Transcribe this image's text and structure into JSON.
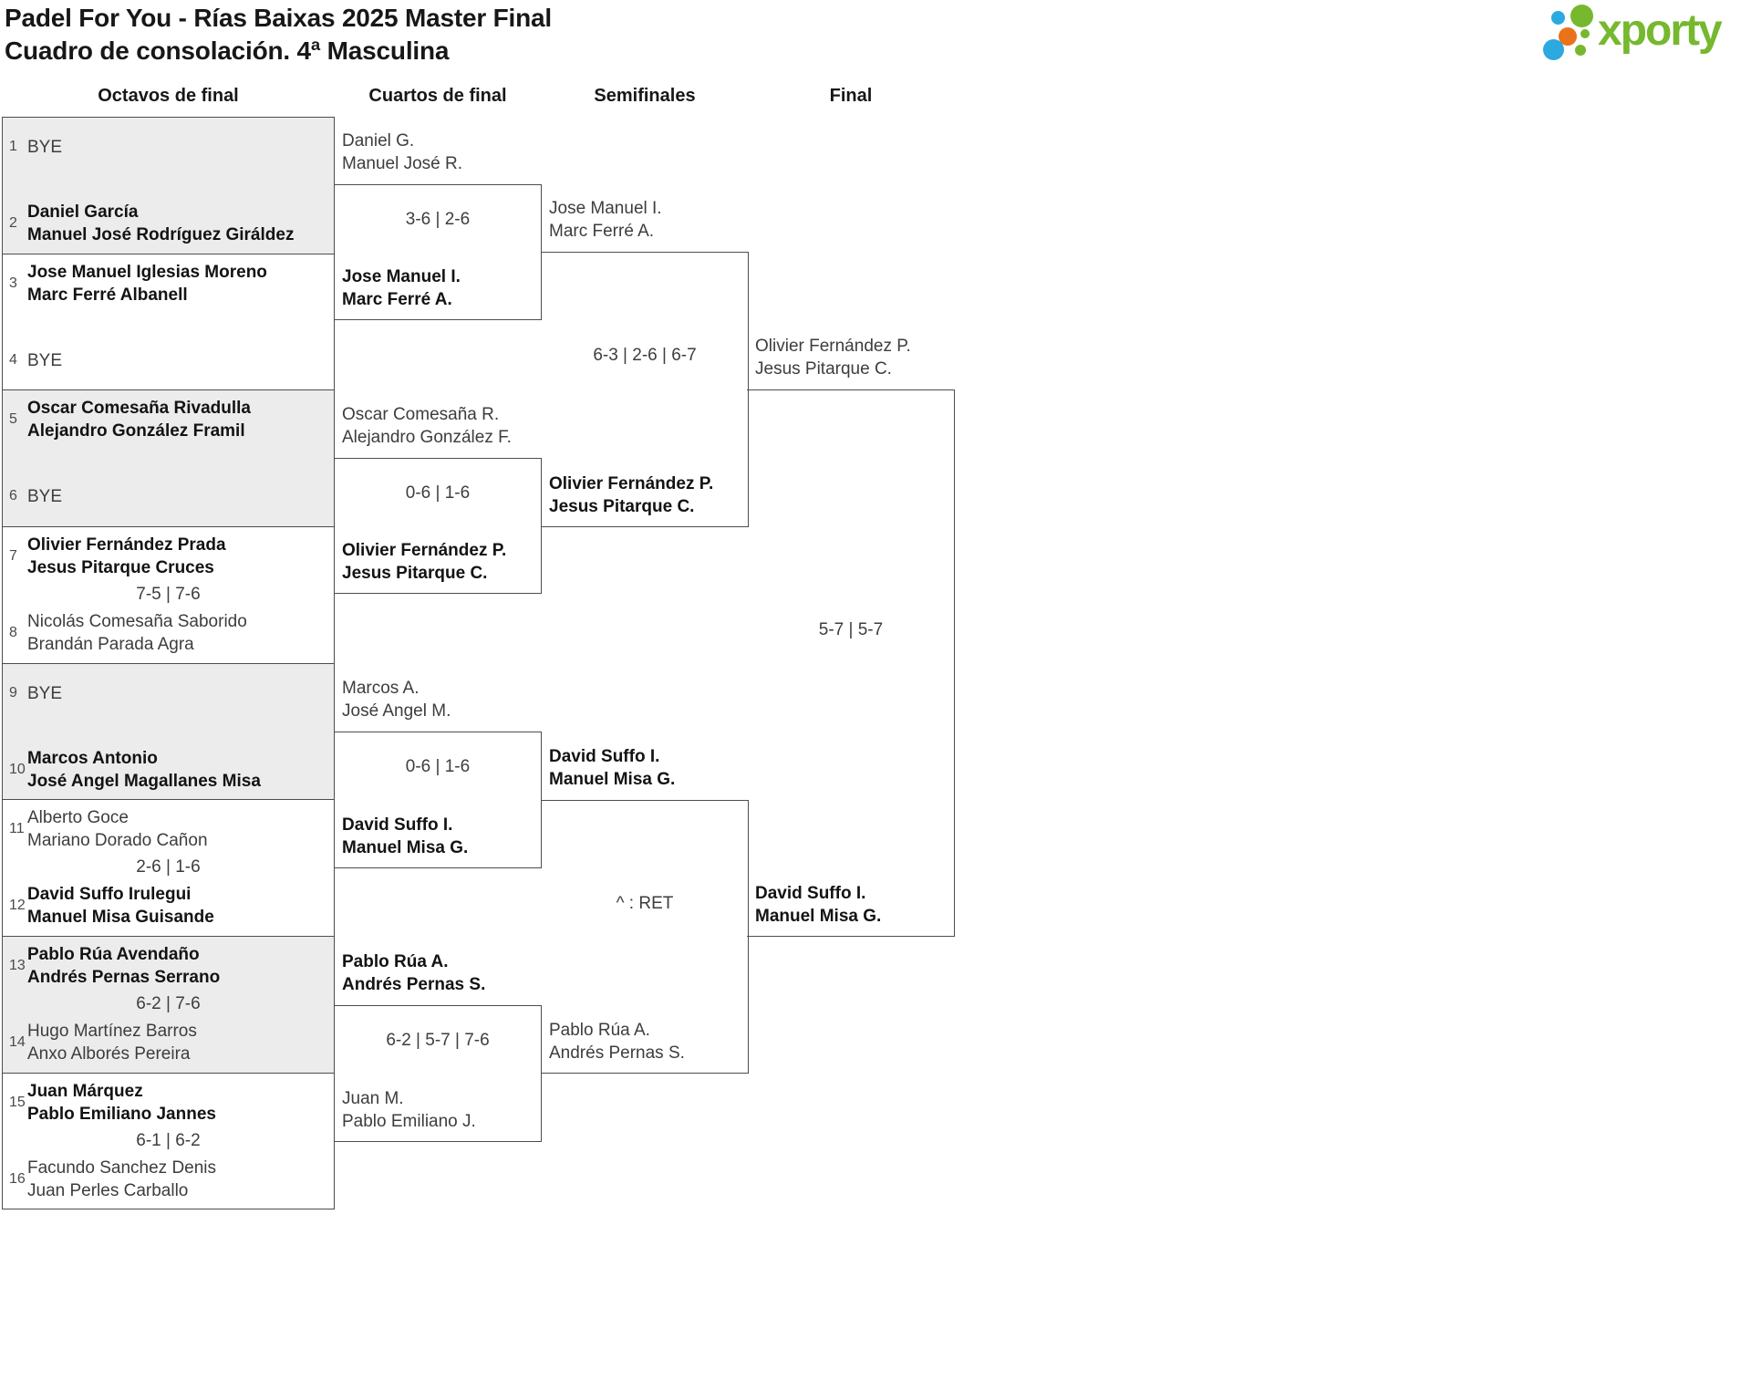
{
  "title": {
    "line1": "Padel For You - Rías Baixas 2025 Master Final",
    "line2": "Cuadro de consolación. 4ª Masculina"
  },
  "logo": {
    "text": "xporty",
    "green": "#76b82e",
    "blue": "#2ba9e0",
    "orange": "#e8731a"
  },
  "colors": {
    "border": "#4d4d4d",
    "shaded_row_bg": "#ececec",
    "text": "#3d3d3d",
    "winner_text": "#131313"
  },
  "round_headers": [
    "Octavos de final",
    "Cuartos de final",
    "Semifinales",
    "Final"
  ],
  "octavos": [
    {
      "shaded": true,
      "score": "",
      "top": {
        "seed": "1",
        "l1": "BYE"
      },
      "bottom": {
        "seed": "2",
        "l1": "Daniel García",
        "l2": "Manuel José Rodríguez Giráldez",
        "winner": true
      }
    },
    {
      "shaded": false,
      "score": "",
      "top": {
        "seed": "3",
        "l1": "Jose Manuel Iglesias Moreno",
        "l2": "Marc Ferré Albanell",
        "winner": true
      },
      "bottom": {
        "seed": "4",
        "l1": "BYE"
      }
    },
    {
      "shaded": true,
      "score": "",
      "top": {
        "seed": "5",
        "l1": "Oscar Comesaña Rivadulla",
        "l2": "Alejandro González Framil",
        "winner": true
      },
      "bottom": {
        "seed": "6",
        "l1": "BYE"
      }
    },
    {
      "shaded": false,
      "score": "7-5 | 7-6",
      "top": {
        "seed": "7",
        "l1": "Olivier Fernández Prada",
        "l2": "Jesus Pitarque Cruces",
        "winner": true
      },
      "bottom": {
        "seed": "8",
        "l1": "Nicolás Comesaña Saborido",
        "l2": "Brandán Parada Agra"
      }
    },
    {
      "shaded": true,
      "score": "",
      "top": {
        "seed": "9",
        "l1": "BYE"
      },
      "bottom": {
        "seed": "10",
        "l1": "Marcos Antonio",
        "l2": "José Angel Magallanes Misa",
        "winner": true
      }
    },
    {
      "shaded": false,
      "score": "2-6 | 1-6",
      "top": {
        "seed": "11",
        "l1": "Alberto Goce",
        "l2": "Mariano Dorado Cañon"
      },
      "bottom": {
        "seed": "12",
        "l1": "David Suffo Irulegui",
        "l2": "Manuel Misa Guisande",
        "winner": true
      }
    },
    {
      "shaded": true,
      "score": "6-2 | 7-6",
      "top": {
        "seed": "13",
        "l1": "Pablo Rúa Avendaño",
        "l2": "Andrés Pernas Serrano",
        "winner": true
      },
      "bottom": {
        "seed": "14",
        "l1": "Hugo Martínez Barros",
        "l2": "Anxo Alborés Pereira"
      }
    },
    {
      "shaded": false,
      "score": "6-1 | 6-2",
      "top": {
        "seed": "15",
        "l1": "Juan Márquez",
        "l2": "Pablo Emiliano Jannes",
        "winner": true
      },
      "bottom": {
        "seed": "16",
        "l1": "Facundo Sanchez Denis",
        "l2": "Juan Perles Carballo"
      }
    }
  ],
  "cuartos": [
    {
      "score": "3-6 | 2-6",
      "top": {
        "l1": "Daniel G.",
        "l2": "Manuel José R."
      },
      "bottom": {
        "l1": "Jose Manuel I.",
        "l2": "Marc Ferré A.",
        "winner": true
      }
    },
    {
      "score": "0-6 | 1-6",
      "top": {
        "l1": "Oscar Comesaña R.",
        "l2": "Alejandro González F."
      },
      "bottom": {
        "l1": "Olivier Fernández P.",
        "l2": "Jesus Pitarque C.",
        "winner": true
      }
    },
    {
      "score": "0-6 | 1-6",
      "top": {
        "l1": "Marcos A.",
        "l2": "José Angel M."
      },
      "bottom": {
        "l1": "David Suffo I.",
        "l2": "Manuel Misa G.",
        "winner": true
      }
    },
    {
      "score": "6-2 | 5-7 | 7-6",
      "top": {
        "l1": "Pablo Rúa A.",
        "l2": "Andrés Pernas S.",
        "winner": true
      },
      "bottom": {
        "l1": "Juan M.",
        "l2": "Pablo Emiliano J."
      }
    }
  ],
  "semifinales": [
    {
      "score": "6-3 | 2-6 | 6-7",
      "top": {
        "l1": "Jose Manuel I.",
        "l2": "Marc Ferré A."
      },
      "bottom": {
        "l1": "Olivier Fernández P.",
        "l2": "Jesus Pitarque C.",
        "winner": true
      }
    },
    {
      "score": "^ : RET",
      "top": {
        "l1": "David Suffo I.",
        "l2": "Manuel Misa G.",
        "winner": true
      },
      "bottom": {
        "l1": "Pablo Rúa A.",
        "l2": "Andrés Pernas S."
      }
    }
  ],
  "final": {
    "score": "5-7 | 5-7",
    "top": {
      "l1": "Olivier Fernández P.",
      "l2": "Jesus Pitarque C."
    },
    "bottom": {
      "l1": "David Suffo I.",
      "l2": "Manuel Misa G.",
      "winner": true
    }
  }
}
